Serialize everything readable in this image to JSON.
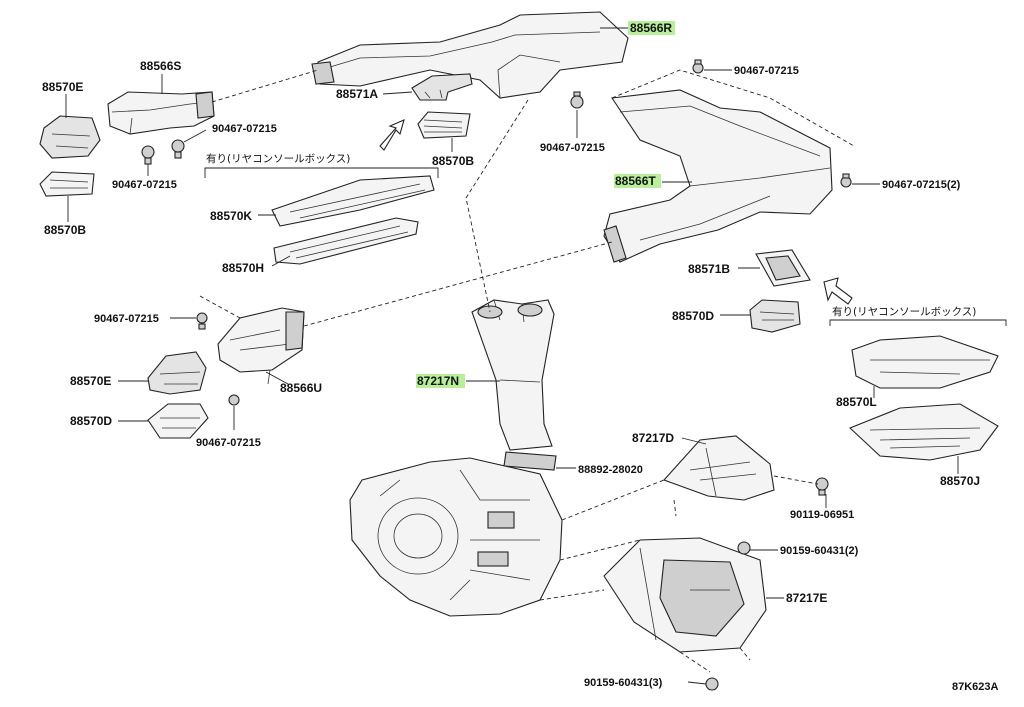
{
  "labels": {
    "p88566R": "88566R",
    "p88566S": "88566S",
    "p88570E_a": "88570E",
    "p88570B_a": "88570B",
    "p88571A": "88571A",
    "p88570B_b": "88570B",
    "p88570K": "88570K",
    "p88570H": "88570H",
    "p88566T": "88566T",
    "p88571B": "88571B",
    "p88570D_a": "88570D",
    "p88570L": "88570L",
    "p88570J": "88570J",
    "p87217N": "87217N",
    "p88566U": "88566U",
    "p88570E_b": "88570E",
    "p88570D_b": "88570D",
    "p88892": "88892-28020",
    "p87217D": "87217D",
    "p87217E": "87217E",
    "b90467_1": "90467-07215",
    "b90467_2": "90467-07215",
    "b90467_3": "90467-07215",
    "b90467_4": "90467-07215",
    "b90467_5": "90467-07215(2)",
    "b90467_6": "90467-07215",
    "b90467_7": "90467-07215",
    "b90119": "90119-06951",
    "b90159_a": "90159-60431(2)",
    "b90159_b": "90159-60431(3)",
    "note_left": "有り(リヤコンソールボックス)",
    "note_right": "有り(リヤコンソールボックス)",
    "diagram_code": "87K623A"
  },
  "highlight_color": "#b9ef9a"
}
